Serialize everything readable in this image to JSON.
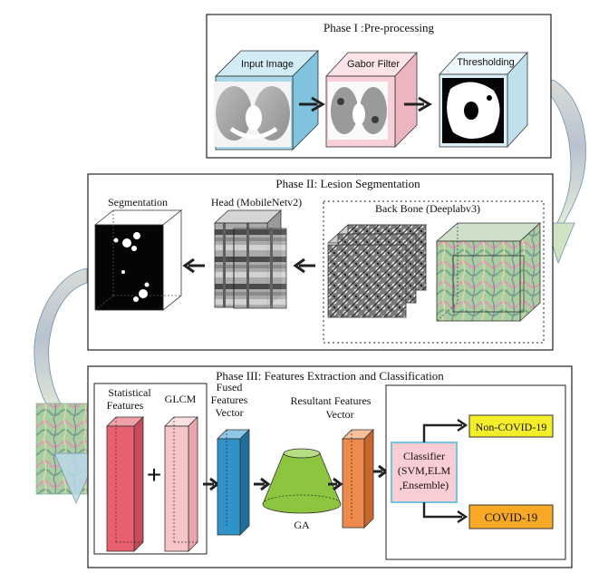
{
  "phase1": {
    "title": "Phase I :Pre-processing",
    "steps": [
      {
        "label": "Input Image",
        "face": "#a9d8ea"
      },
      {
        "label": "Gabor Filter",
        "face": "#f6cfd7"
      },
      {
        "label": "Thresholding",
        "face": "#dbeff6"
      }
    ]
  },
  "phase2": {
    "title": "Phase II: Lesion Segmentation",
    "segmentation_label": "Segmentation",
    "head_label": "Head (MobileNetv2)",
    "backbone_label": "Back Bone (Deeplabv3)"
  },
  "phase3": {
    "title": "Phase III: Features Extraction and Classification",
    "statistical_label": "Statistical",
    "statistical_label2": "Features",
    "glcm_label": "GLCM",
    "plus_sign": "+",
    "fused_label1": "Fused",
    "fused_label2": "Features",
    "fused_label3": "Vector",
    "ga_label": "GA",
    "resultant_label1": "Resultant Features",
    "resultant_label2": "Vector",
    "classifier_label1": "Classifier",
    "classifier_label2": "(SVM,ELM",
    "classifier_label3": ",Ensemble)",
    "noncovid_label": "Non-COVID-19",
    "covid_label": "COVID-19"
  },
  "colors": {
    "stat_bar": "#e8606e",
    "glcm_bar": "#f6c3c8",
    "fused_bar": "#2f93c9",
    "resultant_bar": "#ee8a4e",
    "ga_cone": "#8cc63f",
    "classifier_fill": "#f9cdd2",
    "classifier_border": "#72c4df",
    "noncovid_fill": "#f4ee2a",
    "covid_fill": "#f7a824"
  }
}
